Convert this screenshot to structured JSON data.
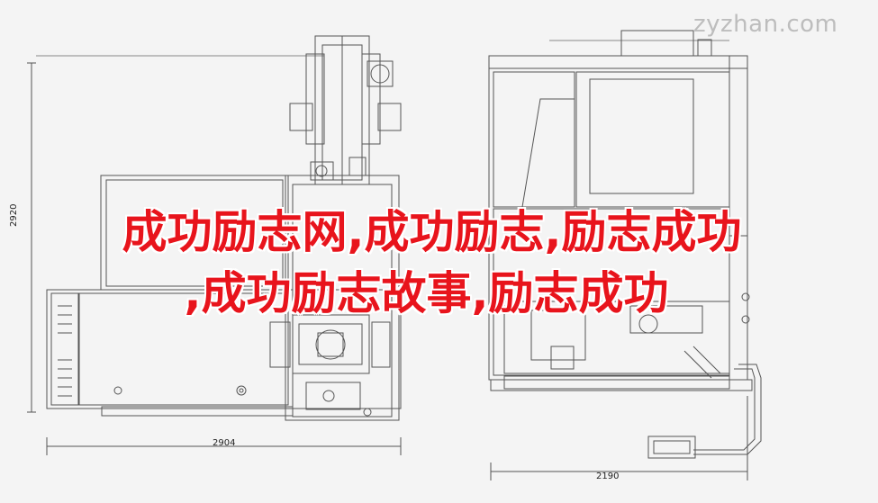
{
  "watermark": "zyzhan.com",
  "headline": {
    "line1": "成功励志网,成功励志,励志成功",
    "line2": ",成功励志故事,励志成功"
  },
  "dimensions": {
    "left_width": "2904",
    "left_height": "2920",
    "right_width": "2190"
  },
  "colors": {
    "headline": "#e8141c",
    "line": "#555555",
    "background": "#f4f4f4"
  }
}
